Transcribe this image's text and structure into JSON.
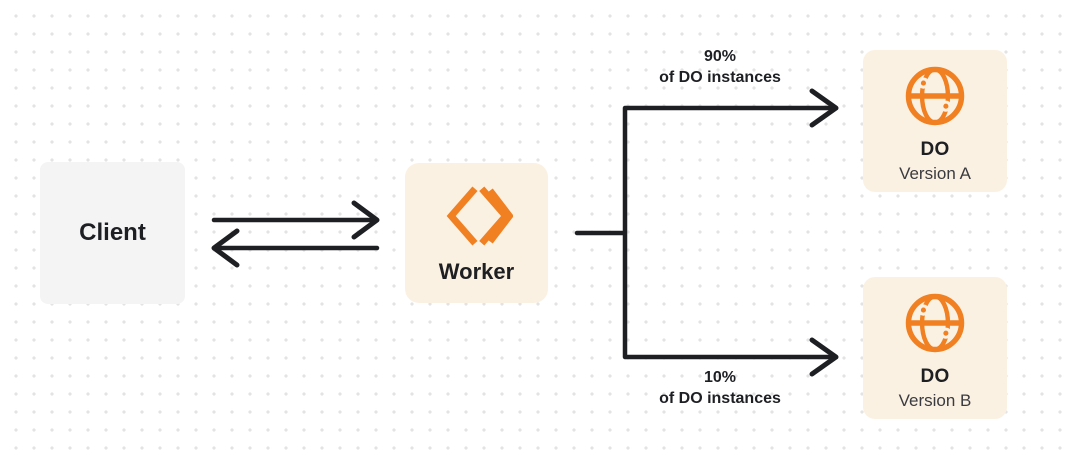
{
  "nodes": {
    "client": {
      "label": "Client"
    },
    "worker": {
      "label": "Worker"
    },
    "do_version_a": {
      "title": "DO",
      "subtitle": "Version A"
    },
    "do_version_b": {
      "title": "DO",
      "subtitle": "Version B"
    }
  },
  "edges": {
    "route_a": {
      "percent": "90%",
      "caption": "of DO instances"
    },
    "route_b": {
      "percent": "10%",
      "caption": "of DO instances"
    }
  },
  "icons": {
    "worker": "workers-chevrons-icon",
    "durable_object": "globe-icon"
  },
  "colors": {
    "orange": "#f08021",
    "cream": "#fbf1e2",
    "graybox": "#f4f4f5",
    "ink": "#1e1f23",
    "sub": "#3a3b40",
    "dot": "#e3e3e4"
  }
}
